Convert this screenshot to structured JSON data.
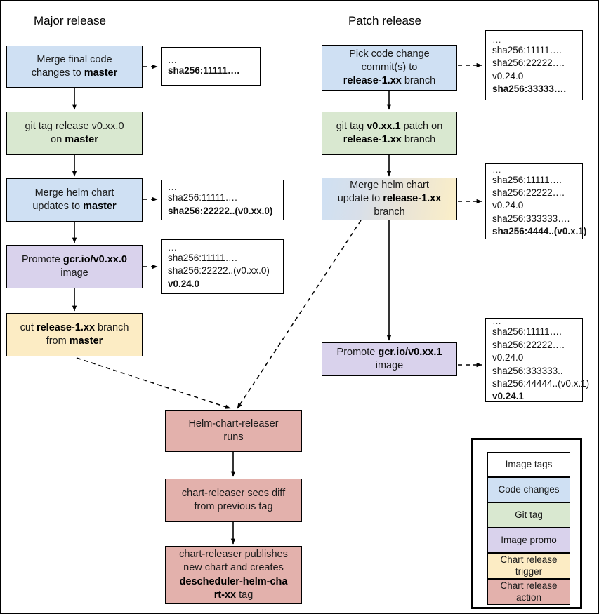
{
  "titles": {
    "major": "Major release",
    "patch": "Patch release"
  },
  "colors": {
    "code_changes": "#cfe0f3",
    "git_tag": "#d9e8d0",
    "image_promo": "#d9d2ec",
    "chart_release_trigger": "#fcecc4",
    "chart_release_action": "#e3b1ac",
    "image_tags": "#ffffff",
    "stroke": "#000000"
  },
  "major": {
    "n1": {
      "l1": "Merge final code",
      "l2a": "changes to ",
      "l2b": "master"
    },
    "n2": {
      "l1": "git tag release v0.xx.0",
      "l2a": "on ",
      "l2b": "master"
    },
    "n3": {
      "l1": "Merge helm chart",
      "l2a": "updates to ",
      "l2b": "master"
    },
    "n4": {
      "l1a": "Promote ",
      "l1b": "gcr.io/v0.xx.0",
      "l2": "image"
    },
    "n5": {
      "l1a": "cut ",
      "l1b": "release-1.xx",
      "l1c": " branch",
      "l2a": "from ",
      "l2b": "master"
    },
    "tag1": {
      "lines": [
        "…",
        "sha256:11111…."
      ],
      "bold": [
        false,
        true
      ]
    },
    "tag3": {
      "lines": [
        "…",
        "sha256:11111….",
        "sha256:22222..(v0.xx.0)"
      ],
      "bold": [
        false,
        false,
        true
      ]
    },
    "tag4": {
      "lines": [
        "…",
        "sha256:11111….",
        "sha256:22222..(v0.xx.0)",
        "v0.24.0"
      ],
      "bold": [
        false,
        false,
        false,
        true
      ]
    }
  },
  "patch": {
    "n1": {
      "l1": "Pick code change",
      "l2": "commit(s) to",
      "l3a": "release-1.xx",
      "l3b": " branch"
    },
    "n2": {
      "l1a": "git tag ",
      "l1b": "v0.xx.1",
      "l1c": " patch on",
      "l2a": "release-1.xx",
      "l2b": " branch"
    },
    "n3": {
      "l1": "Merge helm chart",
      "l2a": "update to ",
      "l2b": "release-1.xx",
      "l3": "branch"
    },
    "n4": {
      "l1a": "Promote ",
      "l1b": "gcr.io/v0.xx.1",
      "l2": "image"
    },
    "tag1": {
      "lines": [
        "…",
        "sha256:11111….",
        "sha256:22222….",
        "v0.24.0",
        "sha256:33333…."
      ],
      "bold": [
        false,
        false,
        false,
        false,
        true
      ]
    },
    "tag3": {
      "lines": [
        "…",
        "sha256:11111….",
        "sha256:22222….",
        "v0.24.0",
        "sha256:333333….",
        "sha256:4444..(v0.x.1)"
      ],
      "bold": [
        false,
        false,
        false,
        false,
        false,
        true
      ]
    },
    "tag4": {
      "lines": [
        "…",
        "sha256:11111….",
        "sha256:22222….",
        "v0.24.0",
        "sha256:333333..",
        "sha256:44444..(v0.x.1)",
        "v0.24.1"
      ],
      "bold": [
        false,
        false,
        false,
        false,
        false,
        false,
        true
      ]
    }
  },
  "releaser": {
    "r1": {
      "l1": "Helm-chart-releaser",
      "l2": "runs"
    },
    "r2": {
      "l1": "chart-releaser sees diff",
      "l2": "from previous tag"
    },
    "r3": {
      "l1": "chart-releaser publishes",
      "l2": "new chart and creates",
      "l3b": "descheduler-helm-cha",
      "l4b": "rt-xx",
      "l4a": " tag"
    }
  },
  "legend": {
    "items": [
      {
        "label": "Image tags",
        "color": "#ffffff",
        "two_line": false
      },
      {
        "label": "Code changes",
        "color": "#cfe0f3",
        "two_line": false
      },
      {
        "label": "Git tag",
        "color": "#d9e8d0",
        "two_line": false
      },
      {
        "label": "Image promo",
        "color": "#d9d2ec",
        "two_line": false
      },
      {
        "label": "Chart release trigger",
        "color": "#fcecc4",
        "two_line": true
      },
      {
        "label": "Chart release action",
        "color": "#e3b1ac",
        "two_line": true
      }
    ]
  }
}
